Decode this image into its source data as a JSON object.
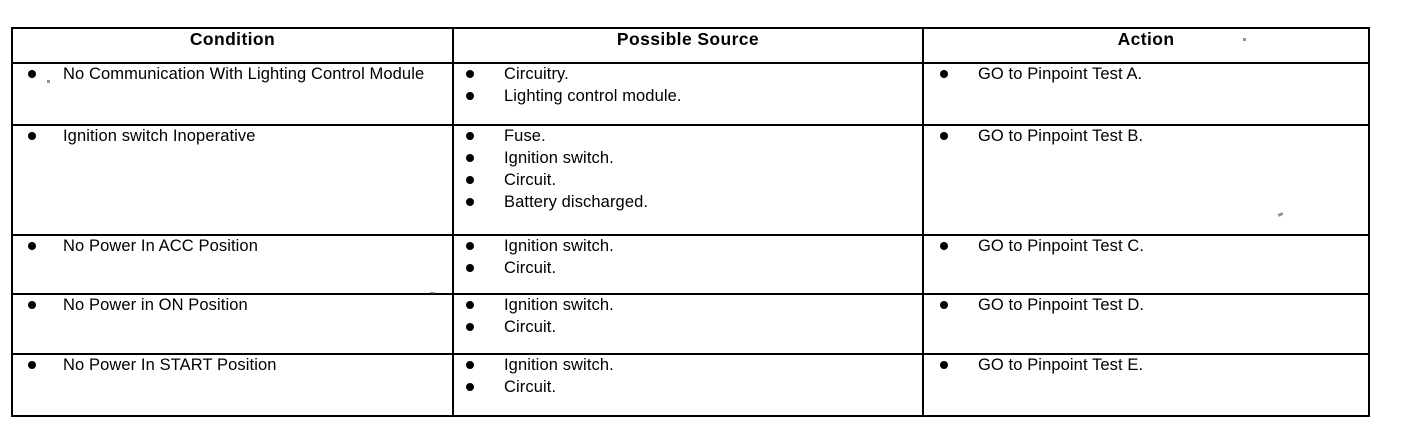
{
  "document": {
    "type": "diagnostic-symptom-chart",
    "columns": [
      "Condition",
      "Possible Source",
      "Action"
    ]
  },
  "table": {
    "headers": {
      "condition": "Condition",
      "source": "Possible Source",
      "action": "Action"
    },
    "rows": [
      {
        "condition": [
          "No Communication With Lighting Control Module"
        ],
        "source": [
          "Circuitry.",
          "Lighting control module."
        ],
        "action": [
          "GO to Pinpoint Test A."
        ]
      },
      {
        "condition": [
          "Ignition switch Inoperative"
        ],
        "source": [
          "Fuse.",
          "Ignition switch.",
          "Circuit.",
          "Battery discharged."
        ],
        "action": [
          "GO to Pinpoint Test B."
        ]
      },
      {
        "condition": [
          "No Power In ACC Position"
        ],
        "source": [
          "Ignition switch.",
          "Circuit."
        ],
        "action": [
          "GO to Pinpoint Test C."
        ]
      },
      {
        "condition": [
          "No Power in ON Position"
        ],
        "source": [
          "Ignition switch.",
          "Circuit."
        ],
        "action": [
          "GO to Pinpoint Test D."
        ]
      },
      {
        "condition": [
          "No Power In START Position"
        ],
        "source": [
          "Ignition switch.",
          "Circuit."
        ],
        "action": [
          "GO to Pinpoint Test E."
        ]
      }
    ]
  },
  "style": {
    "text_color": "#000000",
    "background_color": "#ffffff",
    "border_color": "#000000"
  }
}
